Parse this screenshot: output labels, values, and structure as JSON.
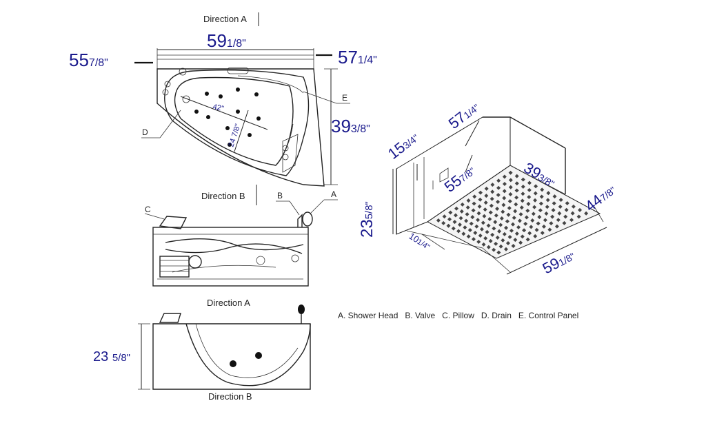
{
  "views": {
    "top": {
      "caption": "Direction A",
      "direction_b": "Direction B"
    },
    "front": {
      "caption": "Direction A"
    },
    "side": {
      "caption": "Direction B"
    }
  },
  "dimensions": {
    "top_width": {
      "whole": "59",
      "frac": "1/8\""
    },
    "top_left": {
      "whole": "55",
      "frac": "7/8\""
    },
    "top_right": {
      "whole": "57",
      "frac": "1/4\""
    },
    "top_depth": {
      "whole": "39",
      "frac": "3/8\""
    },
    "inner_length": "42\"",
    "inner_width": "24 7/8\"",
    "side_height": {
      "whole": "23 ",
      "frac": "5/8\""
    },
    "iso_height": {
      "whole": "23",
      "frac": "5/8\""
    },
    "iso_15": {
      "whole": "15",
      "frac": "3/4\""
    },
    "iso_57": {
      "whole": "57",
      "frac": "1/4\""
    },
    "iso_55": {
      "whole": "55",
      "frac": "7/8\""
    },
    "iso_39": {
      "whole": "39",
      "frac": "3/8\""
    },
    "iso_44": {
      "whole": "44",
      "frac": "7/8\""
    },
    "iso_59": {
      "whole": "59",
      "frac": "1/8\""
    },
    "iso_10": {
      "whole": "10",
      "frac": "1/4\""
    }
  },
  "callouts": {
    "a": "A",
    "b": "B",
    "c": "C",
    "d": "D",
    "e": "E"
  },
  "legend": "A. Shower Head   B. Valve   C. Pillow   D. Drain   E. Control Panel",
  "colors": {
    "dimension_text": "#1a1a8c",
    "line": "#222222"
  }
}
